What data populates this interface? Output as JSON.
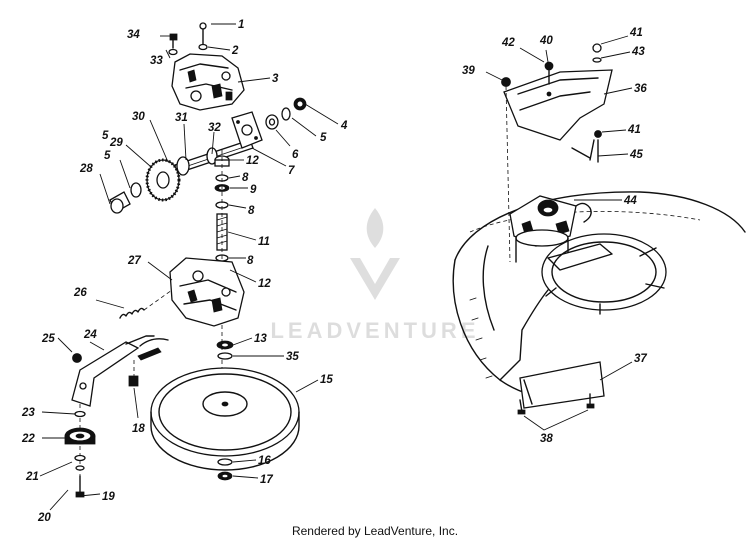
{
  "diagram": {
    "callouts": [
      "1",
      "2",
      "3",
      "4",
      "5",
      "5",
      "5",
      "6",
      "7",
      "8",
      "8",
      "8",
      "9",
      "11",
      "12",
      "12",
      "13",
      "15",
      "16",
      "17",
      "18",
      "19",
      "20",
      "21",
      "22",
      "23",
      "24",
      "25",
      "26",
      "27",
      "28",
      "29",
      "30",
      "31",
      "32",
      "33",
      "34",
      "35",
      "36",
      "37",
      "38",
      "39",
      "40",
      "41",
      "41",
      "42",
      "43",
      "44",
      "45"
    ]
  },
  "watermark": {
    "text": "LEADVENTURE",
    "icon": "flame-v-logo-icon"
  },
  "footer": {
    "text": "Rendered by LeadVenture, Inc."
  }
}
